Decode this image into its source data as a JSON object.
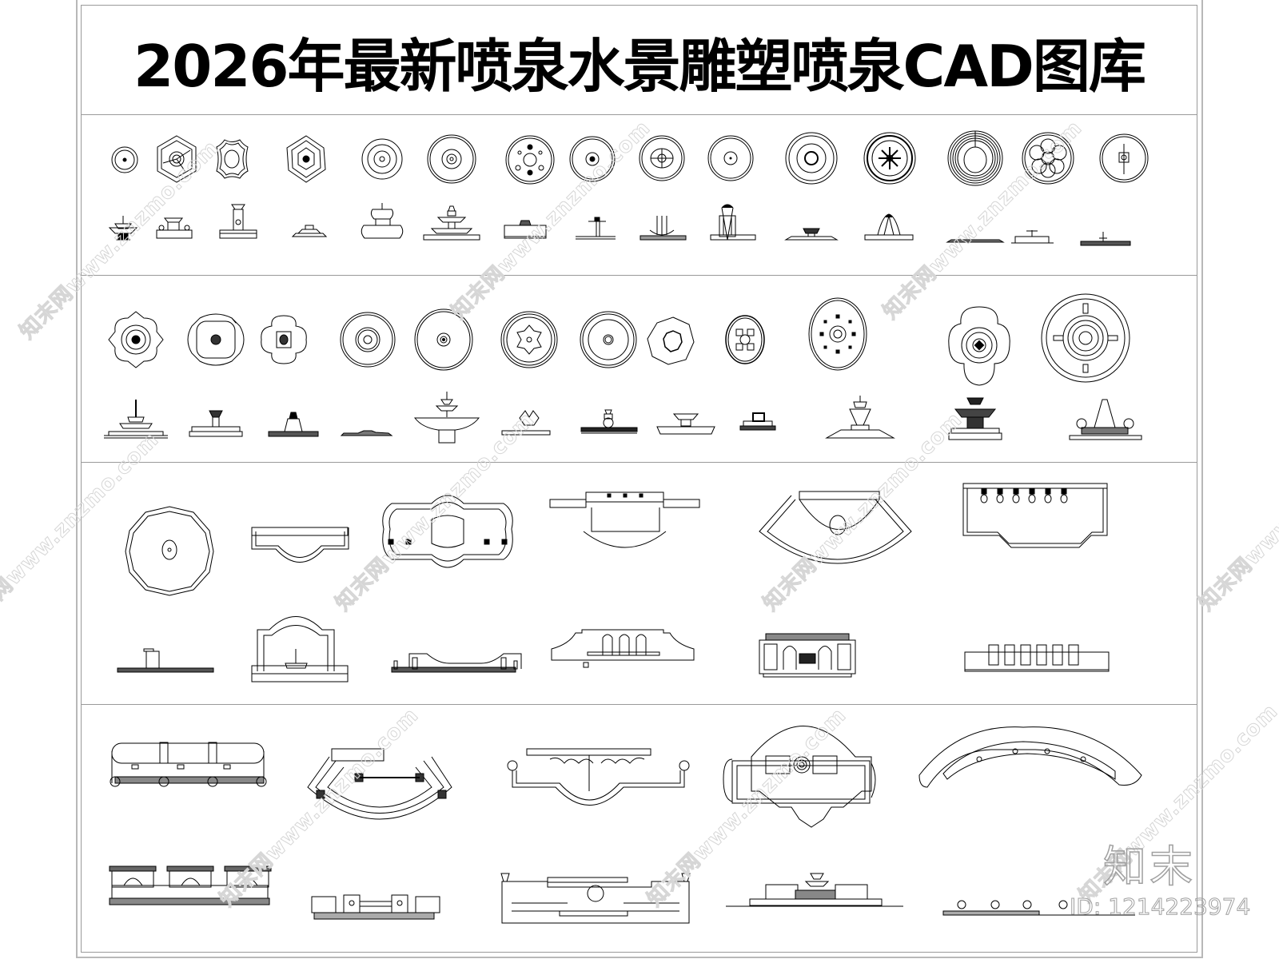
{
  "title": "2026年最新喷泉水景雕塑喷泉CAD图库",
  "watermark": {
    "text": "知末网www.znzmo.com",
    "color": "#d6d6d6"
  },
  "brand": {
    "logo_text": "知末",
    "id_text": "ID: 1214223974"
  },
  "sections": [
    {
      "name": "row-1",
      "plans_count": 15,
      "elevations_count": 15,
      "content": "small fountain plans and elevations"
    },
    {
      "name": "row-2",
      "plans_count": 12,
      "elevations_count": 12,
      "content": "medium fountain plans and elevations"
    },
    {
      "name": "row-3",
      "plans_count": 6,
      "elevations_count": 6,
      "content": "wall fountain plans and elevations"
    },
    {
      "name": "row-4",
      "plans_count": 5,
      "elevations_count": 5,
      "content": "large landscape fountain plans and elevations"
    }
  ],
  "colors": {
    "line": "#000000",
    "frame": "#9a9a9a",
    "background": "#ffffff"
  }
}
